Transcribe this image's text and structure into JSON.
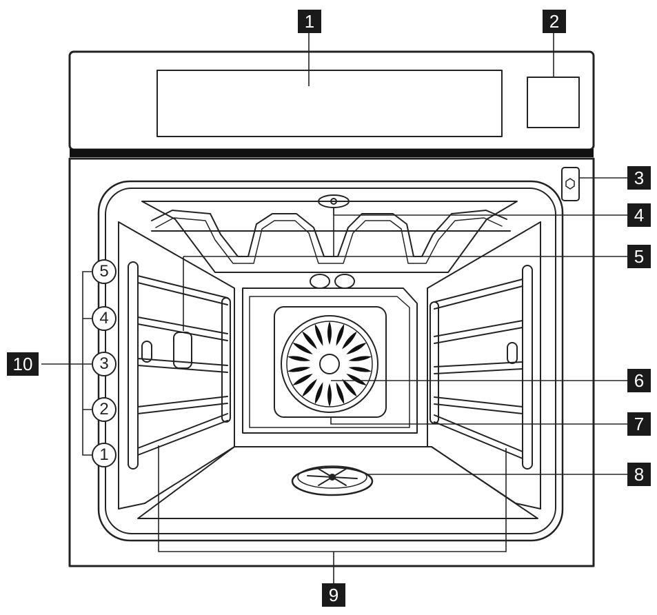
{
  "callouts": {
    "c1": "1",
    "c2": "2",
    "c3": "3",
    "c4": "4",
    "c5": "5",
    "c6": "6",
    "c7": "7",
    "c8": "8",
    "c9": "9",
    "c10": "10"
  },
  "shelf_levels": [
    "1",
    "2",
    "3",
    "4",
    "5"
  ],
  "colors": {
    "line": "#222222",
    "callout_bg": "#1a1a1a",
    "callout_fg": "#ffffff"
  }
}
